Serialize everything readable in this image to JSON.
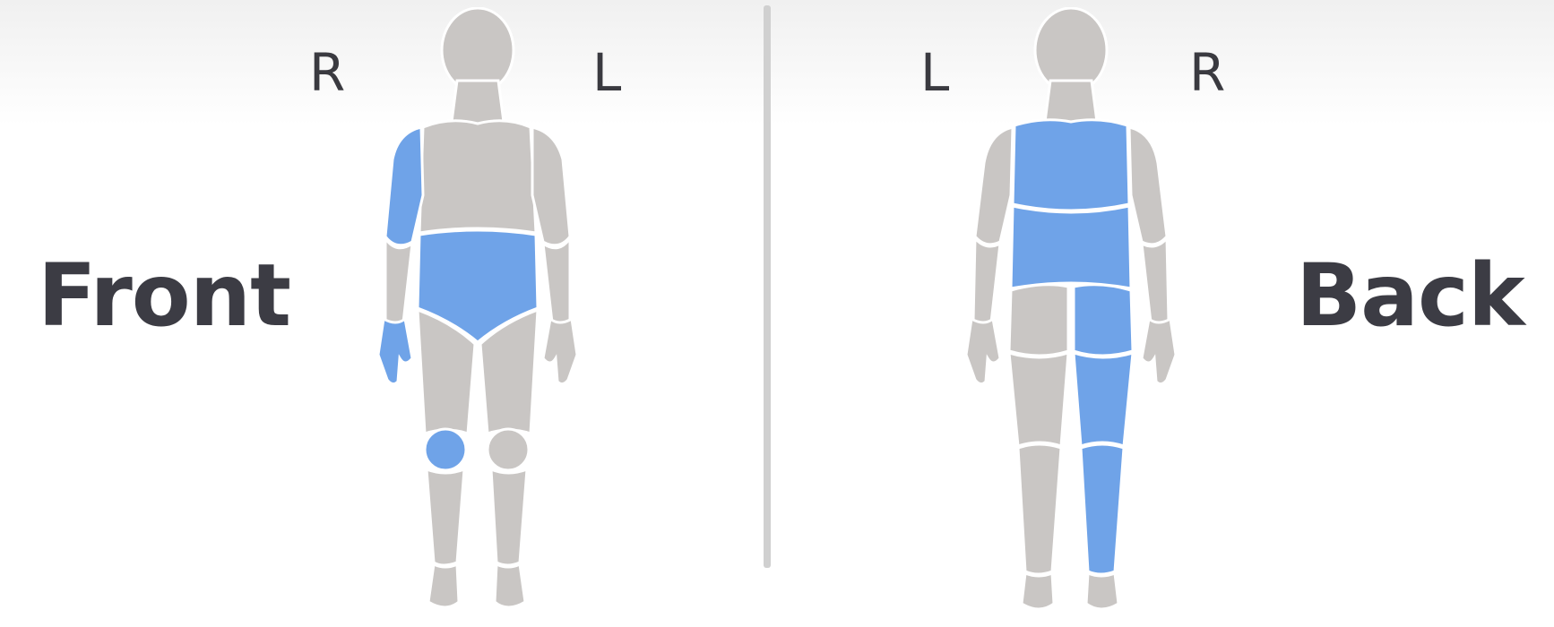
{
  "front_view": {
    "title": "Front",
    "left_side_label": "R",
    "right_side_label": "L",
    "selected_regions": [
      "right-upper-arm",
      "right-hand",
      "pelvis",
      "right-knee"
    ]
  },
  "back_view": {
    "title": "Back",
    "left_side_label": "L",
    "right_side_label": "R",
    "selected_regions": [
      "upper-back",
      "lower-back",
      "right-buttock",
      "right-thigh-back",
      "right-calf"
    ]
  },
  "colors": {
    "body": "#c9c6c4",
    "selected": "#6fa3e8",
    "divider": "#d0d0d0",
    "text": "#3c3c44"
  }
}
